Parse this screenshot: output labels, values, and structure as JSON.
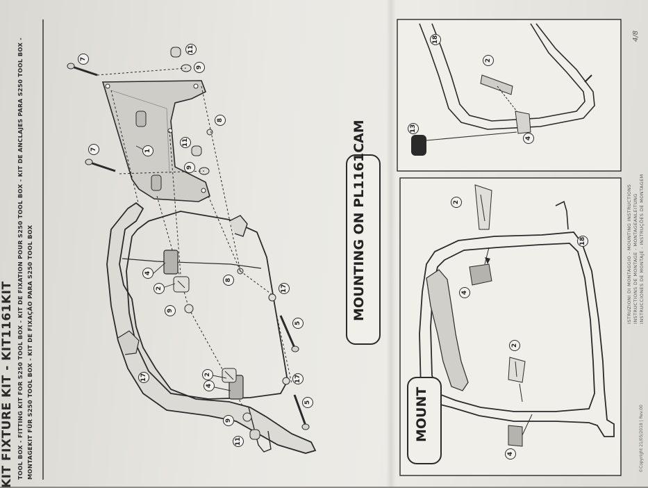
{
  "header": {
    "title": "KIT FIXTURE KIT - KIT1161KIT",
    "lines": [
      "TOOL BOX - FITTING KIT FOR S250 TOOL BOX - KIT DE FIXATION POUR S250 TOOL BOX - KIT DE ANCLAJES PARA S250 TOOL BOX -",
      "MONTAGEKIT FÜR S250 TOOL BOX - KIT DE FIXAÇÃO PARA S250 TOOL BOX"
    ]
  },
  "mounting_label": "MOUNTING ON PL1161CAM",
  "mount_label": "MOUNT",
  "footer_lines": [
    "ISTRUZIONI DI MONTAGGIO - MOUNTING INSTRUCTIONS",
    "INSTRUCTIONS DE MONTAGE - MONTAGEANLEITUNG",
    "INSTRUCCIONES DE MONTAJE - INSTRUÇÕES DE MONTAGEM"
  ],
  "page_number": "4/8",
  "copyright": "©Copyright 21/05/2018 | Rev.00",
  "callouts": {
    "c1": "1",
    "c2": "2",
    "c4": "4",
    "c5": "5",
    "c7": "7",
    "c8": "8",
    "c9": "9",
    "c11": "11",
    "c13": "13",
    "c17": "17",
    "c18": "18"
  },
  "colors": {
    "paper": "#ecebe6",
    "ink": "#2a2a2a",
    "plate": "#cfcdc8",
    "frame": "#dcdad5"
  }
}
